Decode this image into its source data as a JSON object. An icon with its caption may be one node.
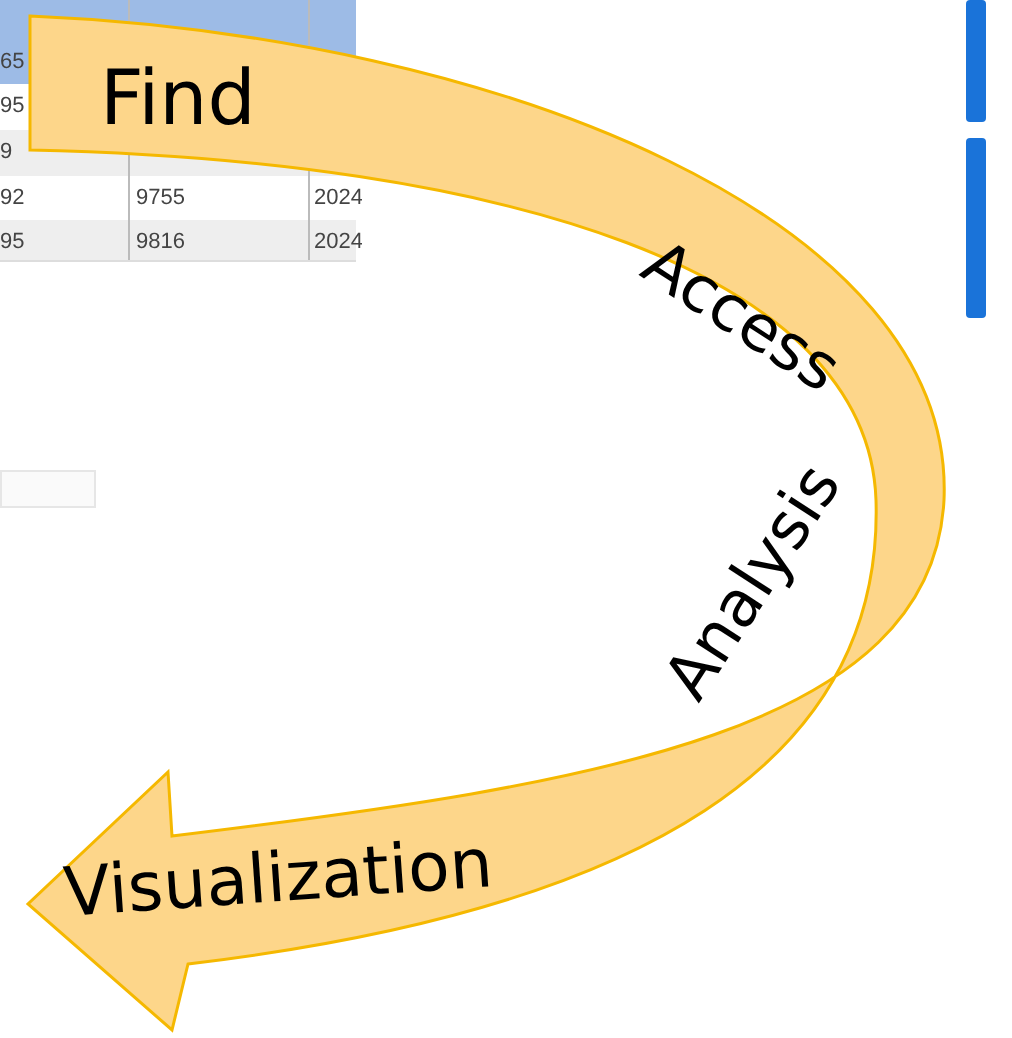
{
  "diagram": {
    "nodes": [
      {
        "text": [
          "Find",
          "Access",
          "Analysis",
          "Visualization"
        ]
      }
    ],
    "labels": [
      "65",
      "95",
      "9",
      "92",
      "9755",
      "2024",
      "95",
      "9816",
      "2024"
    ]
  }
}
